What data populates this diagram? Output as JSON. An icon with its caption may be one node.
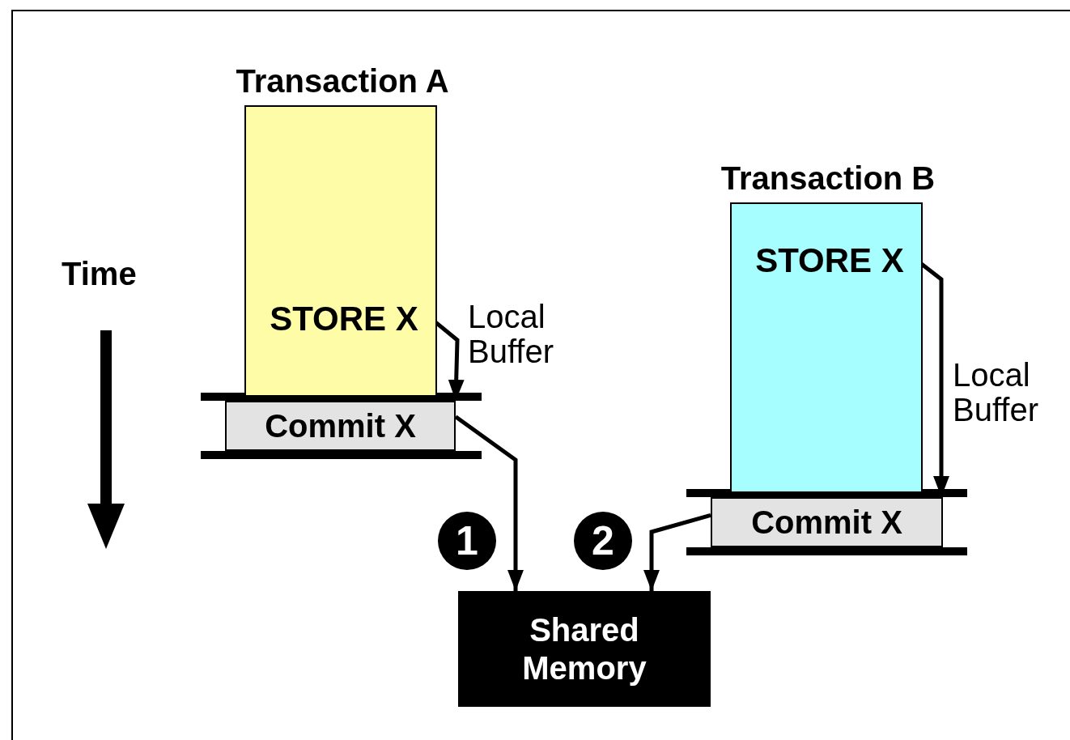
{
  "diagram": {
    "nodes": [
      {
        "text": [
          "Transaction A"
        ]
      },
      {
        "text": [
          "STORE X"
        ],
        "in": 0
      },
      {
        "text": [
          "Commit X"
        ]
      },
      {
        "text": [
          "Transaction B"
        ]
      },
      {
        "text": [
          "STORE X"
        ],
        "in": 3
      },
      {
        "text": [
          "Commit X"
        ]
      },
      {
        "text": [
          "Shared Memory"
        ]
      }
    ],
    "edges": [
      {
        "from": 1,
        "to": 2,
        "arrow": "to",
        "label": "Local Buffer"
      },
      {
        "from": 2,
        "to": 6,
        "arrow": "to"
      },
      {
        "from": 5,
        "to": 6,
        "arrow": "to"
      },
      {
        "from": 4,
        "to": 5,
        "arrow": "to",
        "label": "Local Buffer"
      }
    ],
    "labels": [
      "Time",
      "1",
      "2"
    ]
  }
}
